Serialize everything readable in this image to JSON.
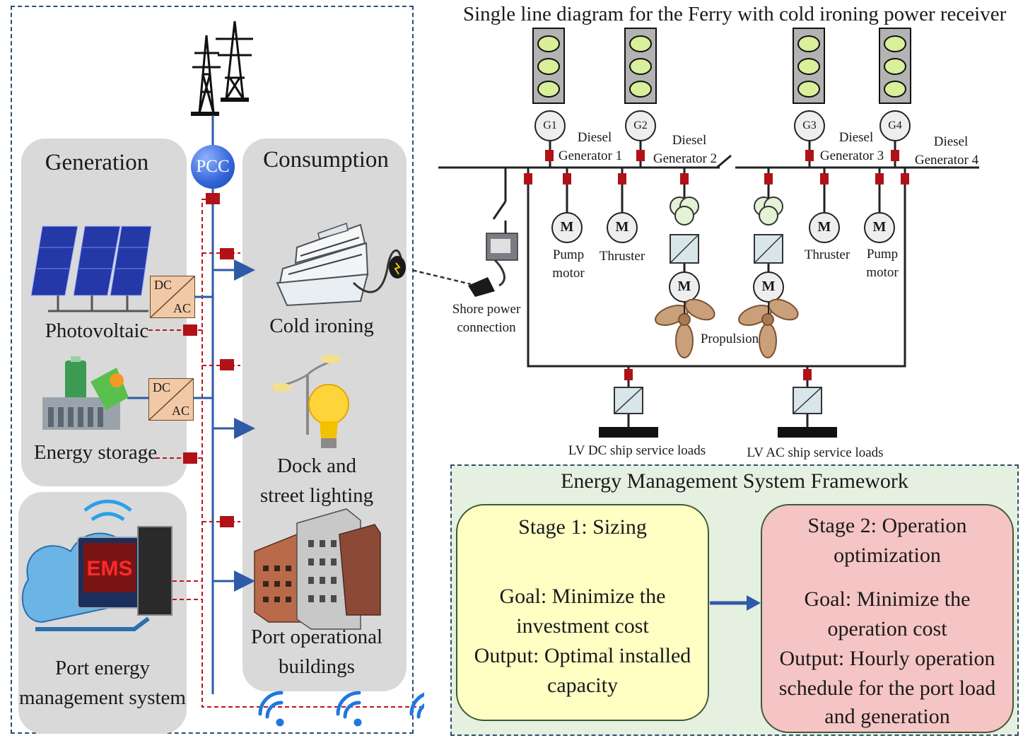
{
  "port": {
    "pcc_label": "PCC",
    "generation_title": "Generation",
    "consumption_title": "Consumption",
    "photovoltaic_label": "Photovoltaic",
    "energy_storage_label": "Energy storage",
    "ems_label_line1": "Port energy",
    "ems_label_line2": "management system",
    "ems_icon_text": "EMS",
    "converter_dc": "DC",
    "converter_ac": "AC",
    "cold_ironing_label": "Cold ironing",
    "lighting_label_line1": "Dock and",
    "lighting_label_line2": "street lighting",
    "buildings_label_line1": "Port operational",
    "buildings_label_line2": "buildings"
  },
  "ferry": {
    "title": "Single line diagram for the Ferry with cold ironing power receiver",
    "generators": [
      {
        "symbol": "G1",
        "label_line1": "Diesel",
        "label_line2": "Generator 1"
      },
      {
        "symbol": "G2",
        "label_line1": "Diesel",
        "label_line2": "Generator 2"
      },
      {
        "symbol": "G3",
        "label_line1": "Diesel",
        "label_line2": "Generator 3"
      },
      {
        "symbol": "G4",
        "label_line1": "Diesel",
        "label_line2": "Generator 4"
      }
    ],
    "motor_symbol": "M",
    "pump_motor_line1": "Pump",
    "pump_motor_line2": "motor",
    "thruster": "Thruster",
    "propulsion": "Propulsion",
    "shore_line1": "Shore power",
    "shore_line2": "connection",
    "lv_dc_loads": "LV DC ship service loads",
    "lv_ac_loads": "LV AC ship service loads"
  },
  "ems_framework": {
    "title": "Energy Management System Framework",
    "stage1": {
      "title": "Stage 1: Sizing",
      "lines": [
        "Goal: Minimize the",
        "investment cost",
        "Output: Optimal installed",
        "capacity"
      ]
    },
    "stage2": {
      "title_line1": "Stage 2: Operation",
      "title_line2": "optimization",
      "lines": [
        "Goal: Minimize the",
        "operation cost",
        "Output: Hourly operation",
        "schedule for the port load",
        "and generation"
      ]
    }
  },
  "colors": {
    "panel_gray": "#d9d9d9",
    "bus_blue": "#2e5aa8",
    "signal_red": "#c0151a",
    "stage1_fill": "#ffffc4",
    "stage2_fill": "#f5c4c4",
    "ems_frame_fill": "#e6f0e1"
  }
}
